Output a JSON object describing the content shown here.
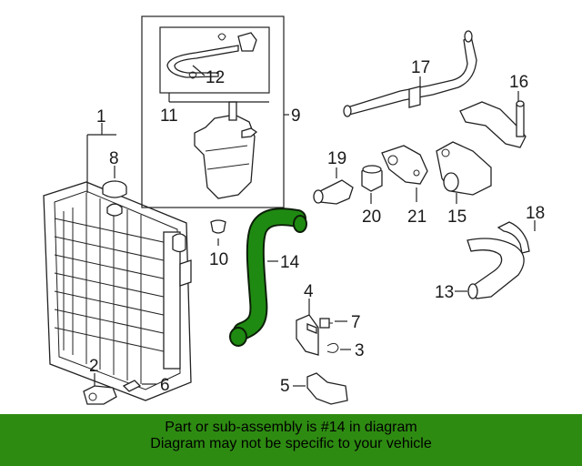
{
  "diagram": {
    "callouts": {
      "c1": "1",
      "c2": "2",
      "c3": "3",
      "c4": "4",
      "c5": "5",
      "c6": "6",
      "c7": "7",
      "c8": "8",
      "c9": "9",
      "c10": "10",
      "c11": "11",
      "c12": "12",
      "c13": "13",
      "c14": "14",
      "c15": "15",
      "c16": "16",
      "c17": "17",
      "c18": "18",
      "c19": "19",
      "c20": "20",
      "c21": "21"
    },
    "highlight_color": "#1f8a12"
  },
  "banner": {
    "line1": "Part or sub-assembly is #14 in diagram",
    "line2": "Diagram may not be specific to your vehicle",
    "background": "#2e8b12"
  }
}
